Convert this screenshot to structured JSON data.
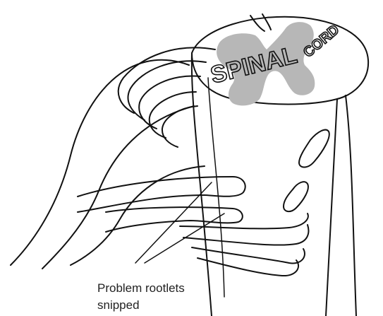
{
  "illustration": {
    "cord_label_left": "SPINAL",
    "cord_label_right": "CORD",
    "grey_matter_color": "#b7b7b7",
    "line_color": "#111111"
  },
  "caption": {
    "line1": "Problem rootlets",
    "line2": "snipped"
  }
}
